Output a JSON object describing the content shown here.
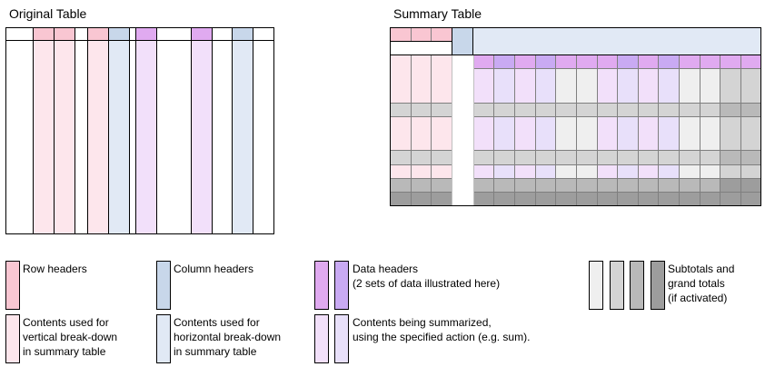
{
  "titles": {
    "original": "Original Table",
    "summary": "Summary Table"
  },
  "colors": {
    "row_header": "#f9c6d2",
    "row_content": "#fde6ec",
    "col_header": "#c8d7ea",
    "col_content": "#e1e9f5",
    "data_header_1": "#e0aaf0",
    "data_header_2": "#c9aaf3",
    "data_content_1": "#f2e0fa",
    "data_content_2": "#e8e0fa",
    "total_1": "#efefef",
    "total_2": "#d4d4d4",
    "total_3": "#b9b9b9",
    "total_4": "#9d9d9d",
    "border": "#000000",
    "cell_line": "#7f7f7f"
  },
  "legend": {
    "row_headers": "Row headers",
    "column_headers": "Column headers",
    "data_headers": "Data headers\n(2 sets of data illustrated here)",
    "subtotals": "Subtotals and\ngrand totals\n(if activated)",
    "vertical_contents": "Contents used for\nvertical  break-down\nin summary table",
    "horizontal_contents": "Contents used for\nhorizontal break-down\nin summary table",
    "summarized_contents": "Contents being summarized,\nusing the specified action (e.g. sum)."
  }
}
